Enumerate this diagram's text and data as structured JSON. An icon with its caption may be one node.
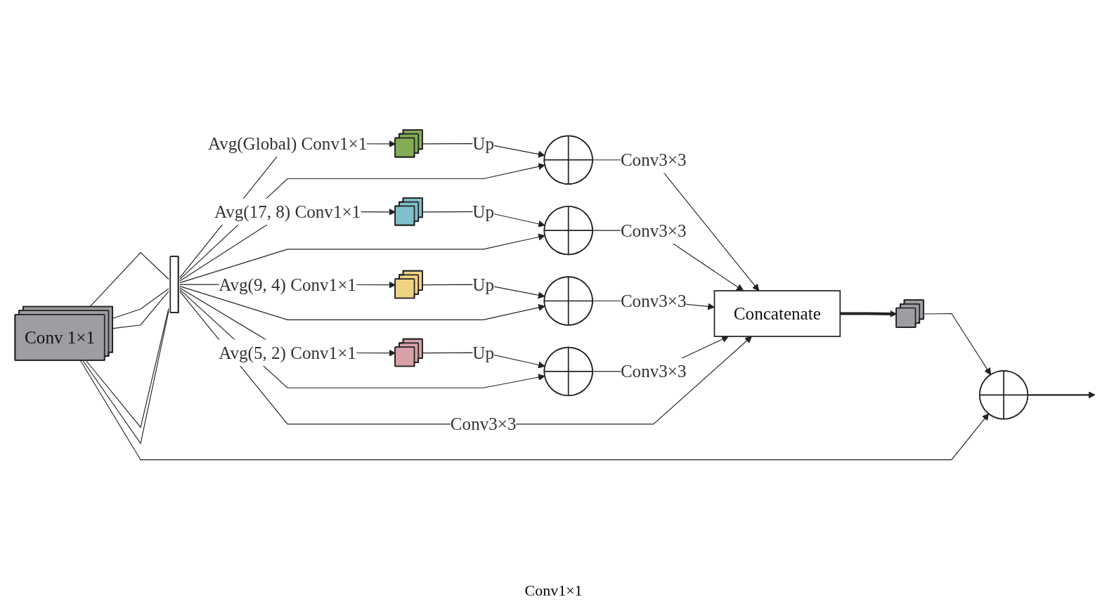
{
  "diagram": {
    "nodes": [
      {
        "text": [
          "Conv 1×1"
        ]
      },
      {
        "text": [],
        "shape": "bar"
      },
      {
        "text": [],
        "shape": "cube"
      },
      {
        "text": [],
        "shape": "cube"
      },
      {
        "text": [],
        "shape": "cube"
      },
      {
        "text": [],
        "shape": "cube"
      },
      {
        "text": [],
        "shape": "circle"
      },
      {
        "text": [],
        "shape": "circle"
      },
      {
        "text": [],
        "shape": "circle"
      },
      {
        "text": [],
        "shape": "circle"
      },
      {
        "text": [
          "Concatenate"
        ]
      },
      {
        "text": [],
        "shape": "cube"
      },
      {
        "text": [],
        "shape": "circle"
      }
    ],
    "edges": [
      {
        "from": 0,
        "to": 1,
        "arrow": "none"
      },
      {
        "from": 0,
        "to": 1,
        "arrow": "none"
      },
      {
        "from": 0,
        "to": 1,
        "arrow": "none"
      },
      {
        "from": 0,
        "to": 1,
        "arrow": "none"
      },
      {
        "from": 0,
        "to": 1,
        "arrow": "none"
      },
      {
        "from": 1,
        "to": 2,
        "arrow": "to",
        "label": "Avg(Global) Conv1×1"
      },
      {
        "from": 1,
        "to": 3,
        "arrow": "to",
        "label": "Avg(17, 8) Conv1×1"
      },
      {
        "from": 1,
        "to": 4,
        "arrow": "to",
        "label": "Avg(9, 4) Conv1×1"
      },
      {
        "from": 1,
        "to": 5,
        "arrow": "to",
        "label": "Avg(5, 2) Conv1×1"
      },
      {
        "from": 2,
        "to": 6,
        "arrow": "to",
        "label": "Up"
      },
      {
        "from": 3,
        "to": 7,
        "arrow": "to",
        "label": "Up"
      },
      {
        "from": 4,
        "to": 8,
        "arrow": "to",
        "label": "Up"
      },
      {
        "from": 5,
        "to": 9,
        "arrow": "to",
        "label": "Up"
      },
      {
        "from": 6,
        "to": 10,
        "arrow": "to",
        "label": "Conv3×3"
      },
      {
        "from": 7,
        "to": 10,
        "arrow": "to",
        "label": "Conv3×3"
      },
      {
        "from": 8,
        "to": 10,
        "arrow": "to",
        "label": "Conv3×3"
      },
      {
        "from": 9,
        "to": 10,
        "arrow": "to",
        "label": "Conv3×3"
      },
      {
        "from": 1,
        "to": 10,
        "arrow": "to",
        "label": "Conv3×3"
      },
      {
        "from": 1,
        "to": 9,
        "arrow": "to"
      },
      {
        "from": 1,
        "to": 8,
        "arrow": "to"
      },
      {
        "from": 1,
        "to": 7,
        "arrow": "to"
      },
      {
        "from": 1,
        "to": 6,
        "arrow": "to"
      },
      {
        "from": 10,
        "to": 11,
        "arrow": "to",
        "style": "thick"
      },
      {
        "from": 11,
        "to": 12,
        "arrow": "to"
      },
      {
        "from": 0,
        "to": 12,
        "arrow": "to"
      },
      {
        "from": 12,
        "to": null,
        "arrow": "to"
      }
    ],
    "labels": [
      "Conv1×1"
    ]
  }
}
